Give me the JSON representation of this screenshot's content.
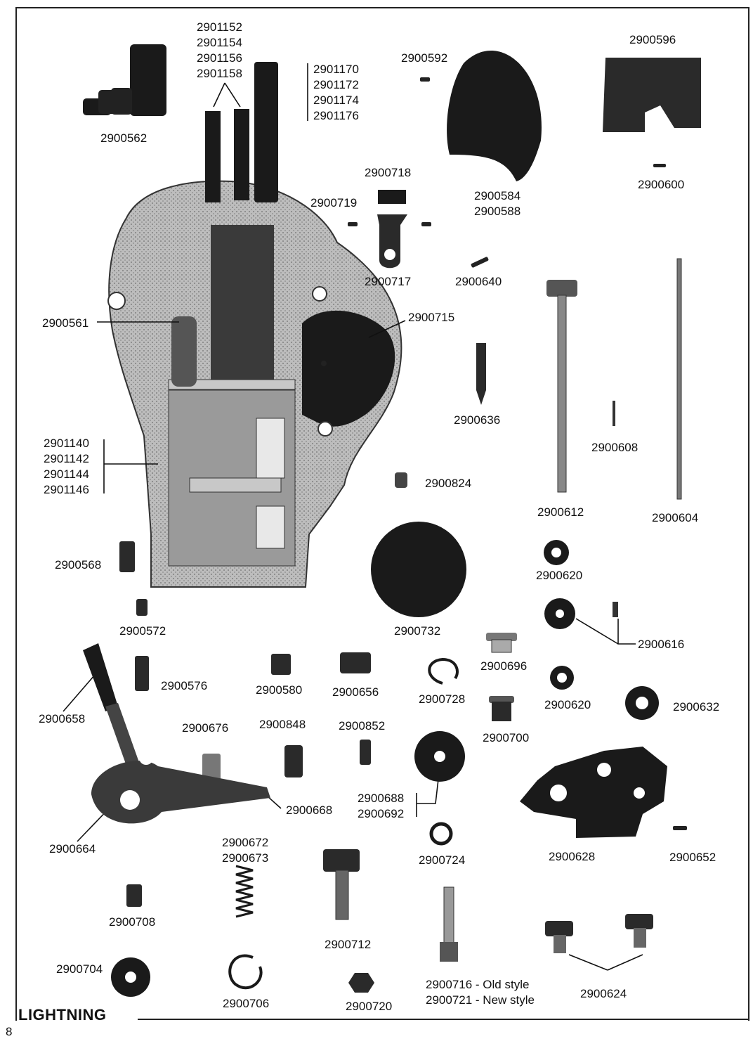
{
  "brand": "LIGHTNING",
  "page_number": "8",
  "part_labels": {
    "p2900562": "2900562",
    "p2900592": "2900592",
    "p2900596": "2900596",
    "p2900600": "2900600",
    "p2900718": "2900718",
    "p2900719": "2900719",
    "p2900717": "2900717",
    "p2900640": "2900640",
    "p2900584": "2900584",
    "p2900588": "2900588",
    "p2900561": "2900561",
    "p2900715": "2900715",
    "p2900636": "2900636",
    "p2900608": "2900608",
    "p2900824": "2900824",
    "p2900612": "2900612",
    "p2900604": "2900604",
    "p2900568": "2900568",
    "p2900620a": "2900620",
    "p2900572": "2900572",
    "p2900732": "2900732",
    "p2900616": "2900616",
    "p2900576": "2900576",
    "p2900580": "2900580",
    "p2900656": "2900656",
    "p2900728": "2900728",
    "p2900696": "2900696",
    "p2900620b": "2900620",
    "p2900632": "2900632",
    "p2900658": "2900658",
    "p2900676": "2900676",
    "p2900848": "2900848",
    "p2900852": "2900852",
    "p2900700": "2900700",
    "p2900668": "2900668",
    "p2900688": "2900688",
    "p2900692": "2900692",
    "p2900664": "2900664",
    "p2900672": "2900672",
    "p2900673": "2900673",
    "p2900724": "2900724",
    "p2900628": "2900628",
    "p2900652": "2900652",
    "p2900708": "2900708",
    "p2900712": "2900712",
    "p2900704": "2900704",
    "p2900706": "2900706",
    "p2900720": "2900720",
    "p2900716": "2900716 - Old style",
    "p2900721": "2900721 - New style",
    "p2900624": "2900624"
  },
  "stack_tubes": [
    "2901152",
    "2901154",
    "2901156",
    "2901158"
  ],
  "stack_shafts": [
    "2901170",
    "2901172",
    "2901174",
    "2901176"
  ],
  "stack_bodies": [
    "2901140",
    "2901142",
    "2901144",
    "2901146"
  ]
}
